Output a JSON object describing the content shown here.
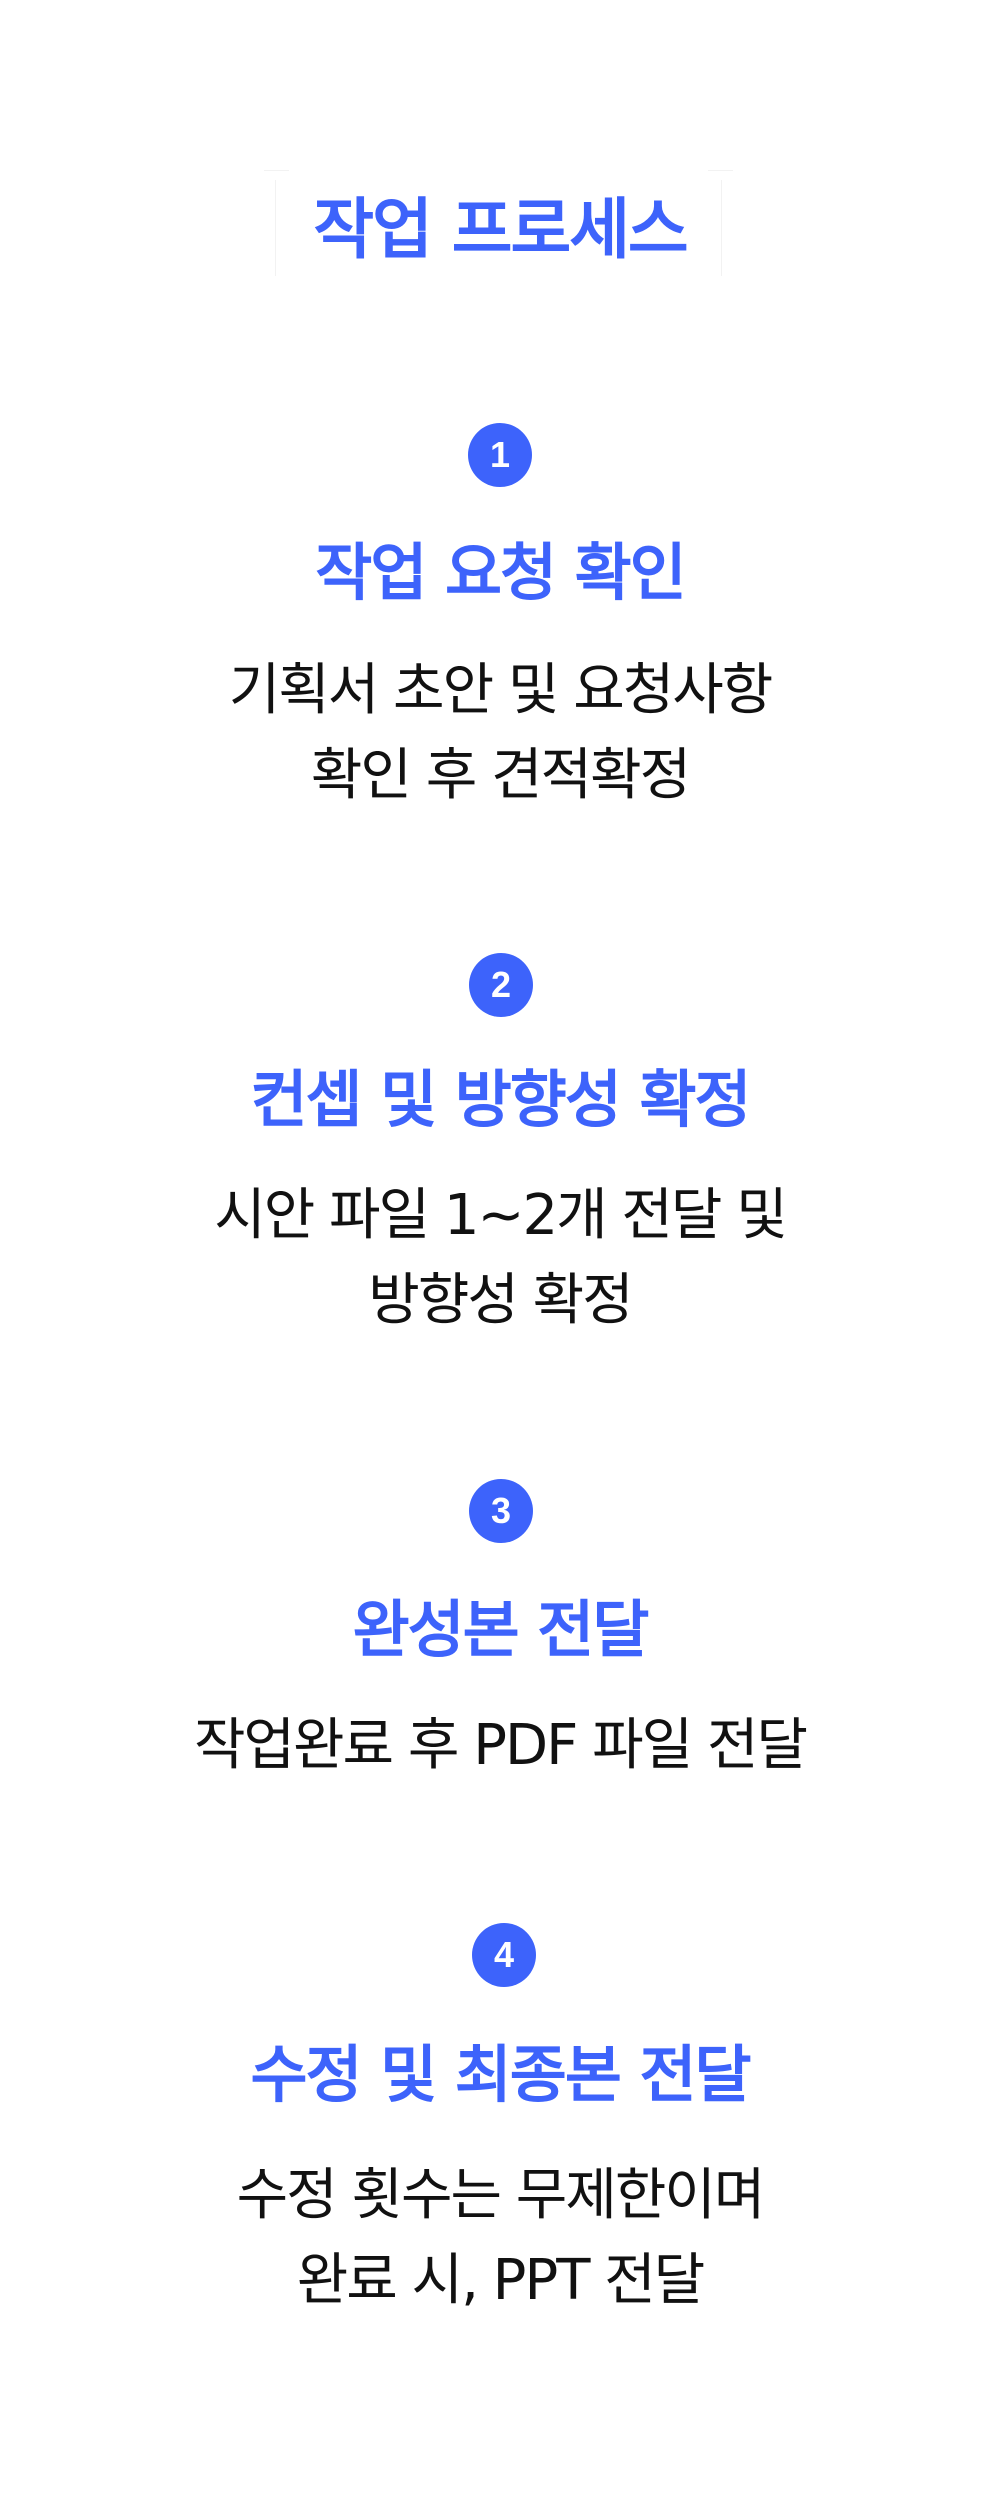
{
  "page": {
    "title": "작업 프로세스",
    "accent_color": "#3d63fb",
    "text_color": "#111111",
    "background": "#ffffff"
  },
  "steps": [
    {
      "number": "1",
      "heading": "작업 요청 확인",
      "body_lines": [
        "기획서 초안 및 요청사항",
        "확인 후 견적확정"
      ]
    },
    {
      "number": "2",
      "heading": "컨셉 및 방향성 확정",
      "body_lines": [
        "시안 파일 1~2개 전달 및",
        "방향성 확정"
      ]
    },
    {
      "number": "3",
      "heading": "완성본 전달",
      "body_lines": [
        "작업완료 후 PDF 파일 전달"
      ]
    },
    {
      "number": "4",
      "heading": "수정 및 최종본 전달",
      "body_lines": [
        "수정 횟수는 무제한이며",
        "완료 시, PPT 전달"
      ]
    }
  ]
}
